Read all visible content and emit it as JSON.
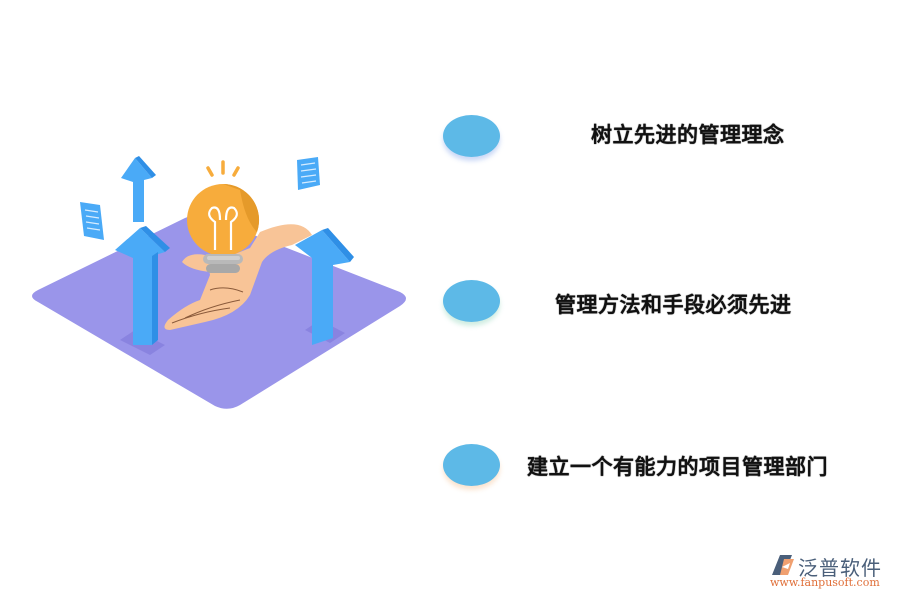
{
  "points": [
    {
      "label": "树立先进的管理理念"
    },
    {
      "label": "管理方法和手段必须先进"
    },
    {
      "label": "建立一个有能力的项目管理部门"
    }
  ],
  "logo": {
    "name": "泛普软件",
    "url": "www.fanpusoft.com"
  },
  "colors": {
    "bullet": "#5db9e7",
    "platform": "#9a95ea",
    "arrow": "#4aaaf7",
    "bulb": "#f7ac3c",
    "hand": "#f8c497",
    "logo_text": "#4a5f7a",
    "logo_url": "#e0703a"
  }
}
